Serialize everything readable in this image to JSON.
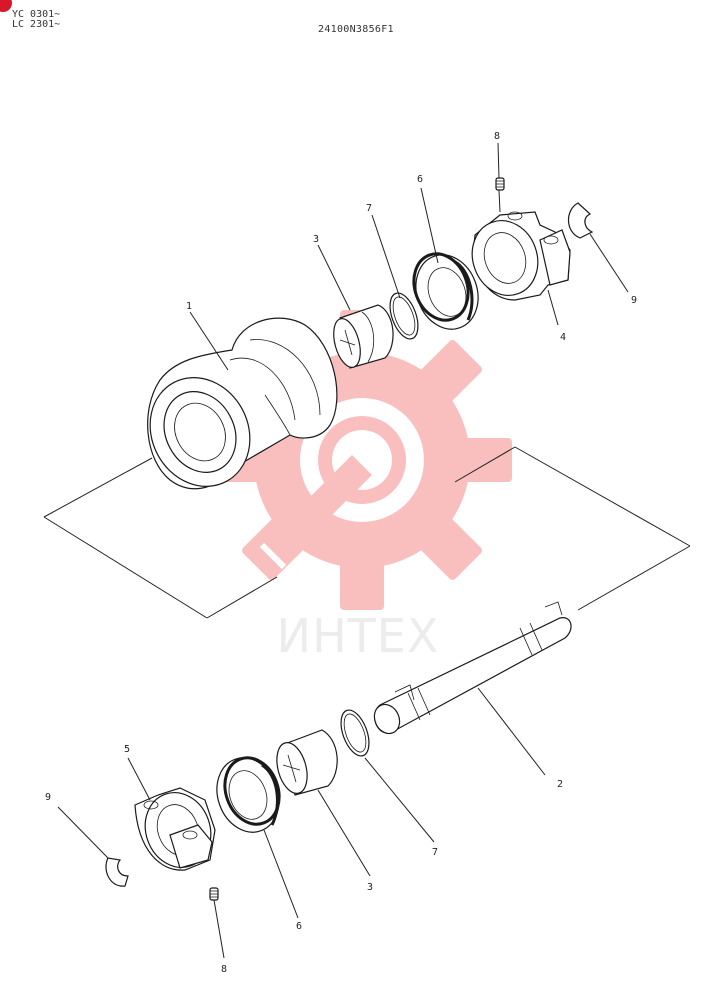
{
  "header": {
    "model_line_1": "YC 0301~",
    "model_line_2": "LC 2301~",
    "part_number": "24100N3856F1"
  },
  "watermark": {
    "brand_text": "ИНТЕХ",
    "logo_color": "#f05a5a"
  },
  "callouts": {
    "c1": "1",
    "c2": "2",
    "c3_upper": "3",
    "c3_lower": "3",
    "c4": "4",
    "c5": "5",
    "c6_upper": "6",
    "c6_lower": "6",
    "c7_upper": "7",
    "c7_lower": "7",
    "c8_upper": "8",
    "c8_lower": "8",
    "c9_upper": "9",
    "c9_lower": "9"
  },
  "colors": {
    "accent_dot": "#d8172a",
    "line": "#222222"
  }
}
